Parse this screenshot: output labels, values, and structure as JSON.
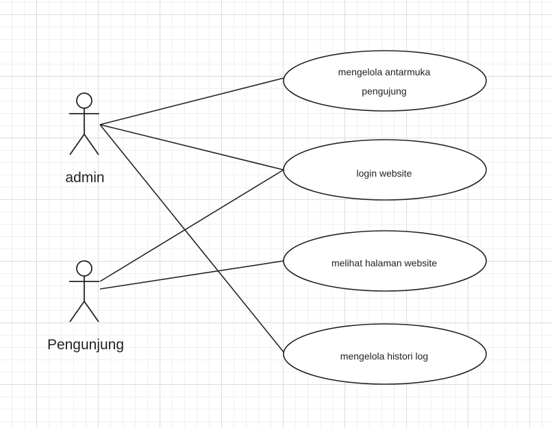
{
  "diagram": {
    "actors": [
      {
        "id": "admin",
        "label": "admin"
      },
      {
        "id": "pengunjung",
        "label": "Pengunjung"
      }
    ],
    "use_cases": [
      {
        "id": "uc1",
        "lines": [
          "mengelola antarmuka",
          "pengujung"
        ]
      },
      {
        "id": "uc2",
        "lines": [
          "login website"
        ]
      },
      {
        "id": "uc3",
        "lines": [
          "melihat halaman website"
        ]
      },
      {
        "id": "uc4",
        "lines": [
          "mengelola histori log"
        ]
      }
    ],
    "associations": [
      {
        "from": "admin",
        "to": "uc1"
      },
      {
        "from": "admin",
        "to": "uc2"
      },
      {
        "from": "admin",
        "to": "uc4"
      },
      {
        "from": "pengunjung",
        "to": "uc2"
      },
      {
        "from": "pengunjung",
        "to": "uc3"
      }
    ],
    "colors": {
      "stroke": "#222222",
      "fill": "#ffffff",
      "grid": "#dcdcdc"
    }
  }
}
